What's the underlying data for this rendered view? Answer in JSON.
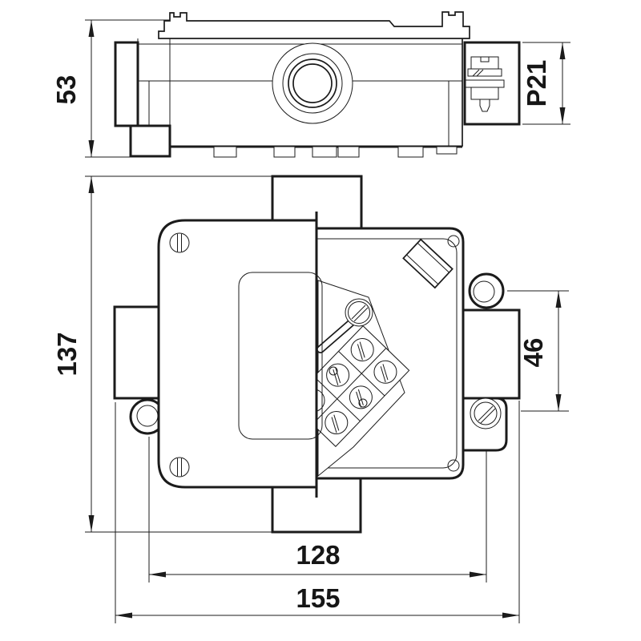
{
  "drawing": {
    "background": "#ffffff",
    "line_color": "#1b1b1b",
    "dimensions": {
      "side_height": {
        "label": "53"
      },
      "gland_thread": {
        "label": "P21"
      },
      "overall_height": {
        "label": "137"
      },
      "mount_spacing_vertical": {
        "label": "46"
      },
      "mount_spacing_horizontal": {
        "label": "128"
      },
      "overall_width": {
        "label": "155"
      }
    }
  }
}
